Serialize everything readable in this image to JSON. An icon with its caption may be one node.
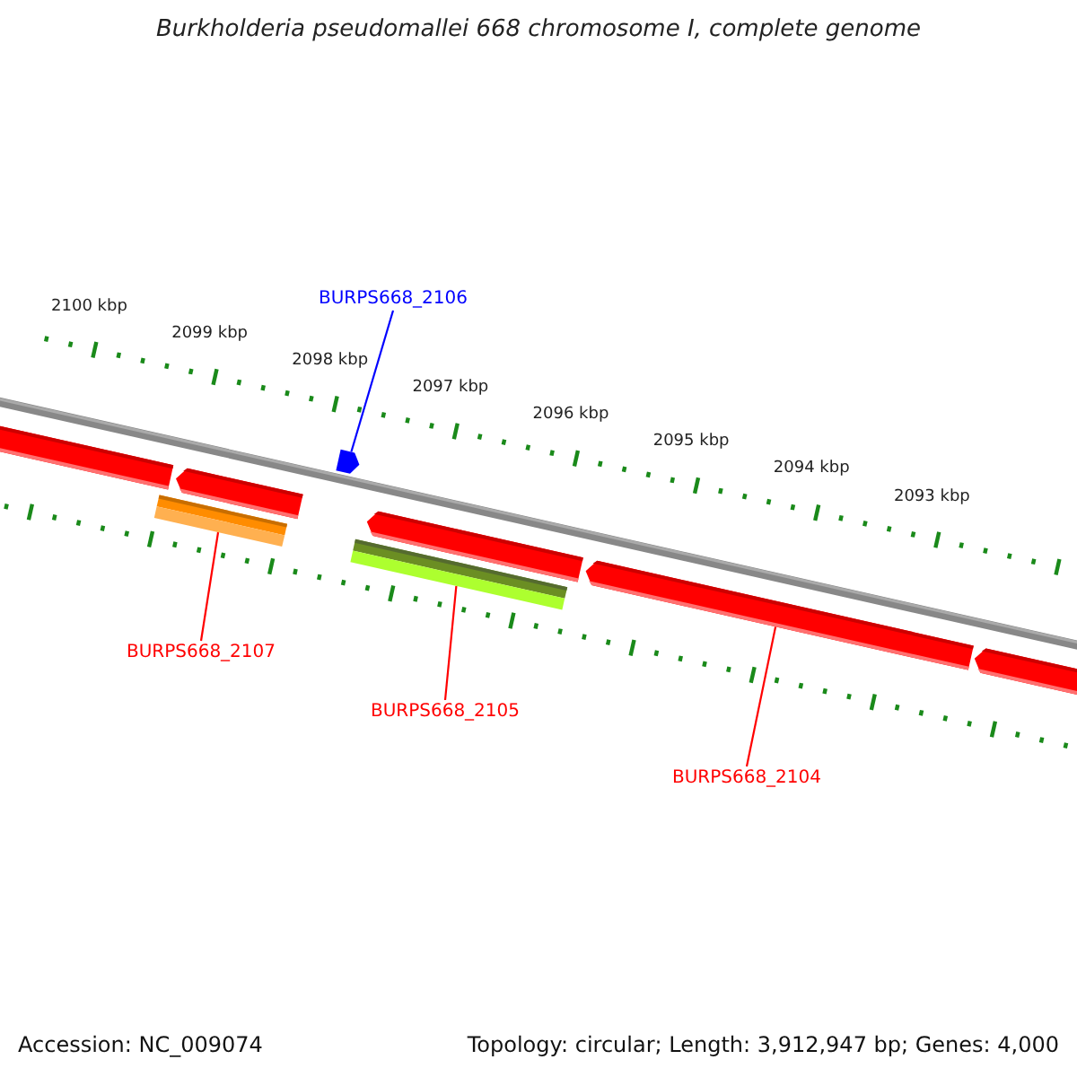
{
  "diagram": {
    "title": "Burkholderia pseudomallei 668 chromosome I, complete genome",
    "nodes": [
      {
        "text": [
          "BURPS668_2106"
        ]
      },
      {
        "text": [],
        "shape": "arrow"
      },
      {
        "text": [],
        "shape": "arrow"
      },
      {
        "text": [],
        "shape": "pentagon"
      },
      {
        "text": [],
        "shape": "bar"
      },
      {
        "text": [],
        "shape": "arrow"
      },
      {
        "text": [],
        "shape": "bar"
      },
      {
        "text": [],
        "shape": "arrow"
      },
      {
        "text": [],
        "shape": "arrow"
      },
      {
        "text": [
          "BURPS668_2107"
        ]
      },
      {
        "text": [
          "BURPS668_2105"
        ]
      },
      {
        "text": [
          "BURPS668_2104"
        ]
      }
    ],
    "edges": [
      {
        "from": 0,
        "to": 3,
        "arrow": "none",
        "color": "#0000ff"
      },
      {
        "from": 9,
        "to": 4,
        "arrow": "none"
      },
      {
        "from": 10,
        "to": 6,
        "arrow": "none"
      },
      {
        "from": 11,
        "to": 7,
        "arrow": "none"
      }
    ],
    "labels": [
      "2100 kbp",
      "2099 kbp",
      "2098 kbp",
      "2097 kbp",
      "2096 kbp",
      "2095 kbp",
      "2094 kbp",
      "2093 kbp",
      "Accession: NC_009074",
      "Topology: circular; Length: 3,912,947 bp; Genes: 4,000"
    ]
  }
}
